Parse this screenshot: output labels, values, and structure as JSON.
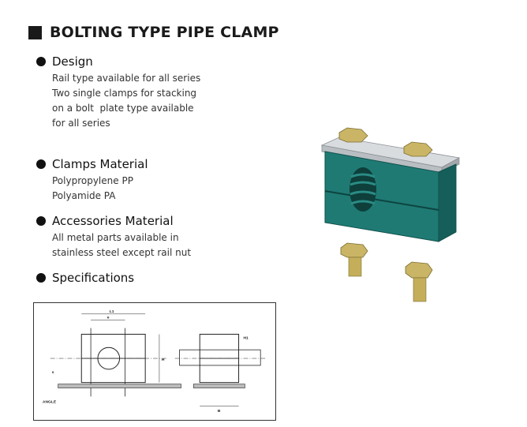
{
  "title": "BOLTING TYPE PIPE CLAMP",
  "sections": {
    "design": {
      "heading": "Design",
      "lines": [
        "Rail type available for all series",
        "Two single clamps for stacking",
        "on a bolt  plate type available",
        "for all series"
      ]
    },
    "clamps": {
      "heading": "Clamps Material",
      "lines": [
        "Polypropylene PP",
        "Polyamide PA"
      ]
    },
    "accessories": {
      "heading": "Accessories Material",
      "lines": [
        "All metal parts available in",
        "stainless steel except rail nut"
      ]
    },
    "specifications": {
      "heading": "Specifications",
      "lines": []
    }
  },
  "drawing_labels": {
    "l1": "L1",
    "e": "e",
    "h": "H",
    "s": "s",
    "b": "B",
    "h1": "H1",
    "angle": "ANGLE"
  },
  "colors": {
    "clamp_body": "#1f7a74",
    "metal_plate": "#c8cccf",
    "bolt_brass": "#c9b565"
  }
}
